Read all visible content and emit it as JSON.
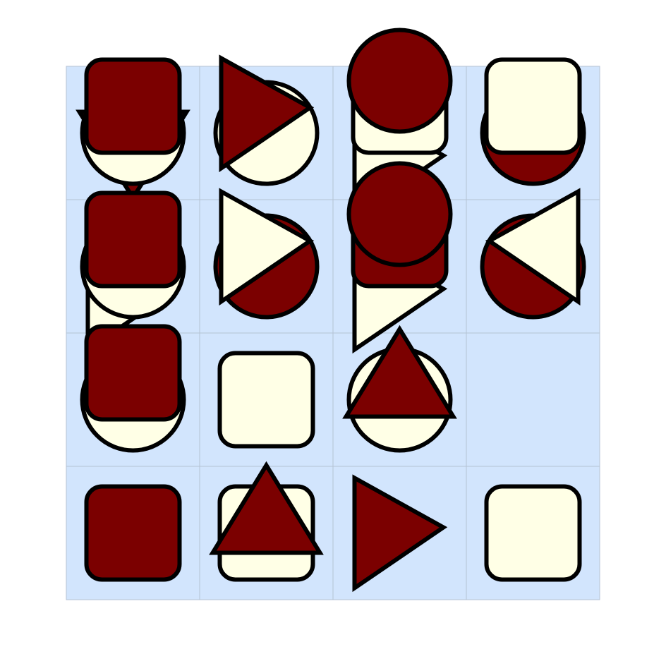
{
  "colors": {
    "background": "#ffffff",
    "cell": "#d2e5fd",
    "grid_line": "#b4c2d4",
    "dark": "#7b0000",
    "light": "#ffffe6",
    "stroke": "#000000"
  },
  "grid": {
    "rows": 4,
    "cols": 4
  },
  "cells": [
    {
      "row": 0,
      "col": 0,
      "shapes": [
        {
          "type": "triangle-down",
          "fill": "dark"
        },
        {
          "type": "circle",
          "fill": "light"
        },
        {
          "type": "square",
          "fill": "dark"
        }
      ]
    },
    {
      "row": 0,
      "col": 1,
      "shapes": [
        {
          "type": "circle",
          "fill": "light"
        },
        {
          "type": "triangle-right",
          "fill": "dark"
        }
      ]
    },
    {
      "row": 0,
      "col": 2,
      "shapes": [
        {
          "type": "triangle-right",
          "fill": "light"
        },
        {
          "type": "square",
          "fill": "light"
        },
        {
          "type": "circle",
          "fill": "dark"
        }
      ]
    },
    {
      "row": 0,
      "col": 3,
      "shapes": [
        {
          "type": "circle",
          "fill": "dark"
        },
        {
          "type": "square",
          "fill": "light"
        }
      ]
    },
    {
      "row": 1,
      "col": 0,
      "shapes": [
        {
          "type": "triangle-right",
          "fill": "light"
        },
        {
          "type": "circle",
          "fill": "light"
        },
        {
          "type": "square",
          "fill": "dark"
        }
      ]
    },
    {
      "row": 1,
      "col": 1,
      "shapes": [
        {
          "type": "circle",
          "fill": "dark"
        },
        {
          "type": "triangle-right",
          "fill": "light"
        }
      ]
    },
    {
      "row": 1,
      "col": 2,
      "shapes": [
        {
          "type": "triangle-right",
          "fill": "light"
        },
        {
          "type": "square",
          "fill": "dark"
        },
        {
          "type": "circle",
          "fill": "dark"
        }
      ]
    },
    {
      "row": 1,
      "col": 3,
      "shapes": [
        {
          "type": "circle",
          "fill": "dark"
        },
        {
          "type": "triangle-left",
          "fill": "light"
        }
      ]
    },
    {
      "row": 2,
      "col": 0,
      "shapes": [
        {
          "type": "circle",
          "fill": "light"
        },
        {
          "type": "square",
          "fill": "dark"
        }
      ]
    },
    {
      "row": 2,
      "col": 1,
      "shapes": [
        {
          "type": "square",
          "fill": "light"
        }
      ]
    },
    {
      "row": 2,
      "col": 2,
      "shapes": [
        {
          "type": "circle",
          "fill": "light"
        },
        {
          "type": "triangle-up",
          "fill": "dark"
        }
      ]
    },
    {
      "row": 2,
      "col": 3,
      "shapes": []
    },
    {
      "row": 3,
      "col": 0,
      "shapes": [
        {
          "type": "square",
          "fill": "dark"
        }
      ]
    },
    {
      "row": 3,
      "col": 1,
      "shapes": [
        {
          "type": "square",
          "fill": "light"
        },
        {
          "type": "triangle-up",
          "fill": "dark"
        }
      ]
    },
    {
      "row": 3,
      "col": 2,
      "shapes": [
        {
          "type": "triangle-right",
          "fill": "dark"
        }
      ]
    },
    {
      "row": 3,
      "col": 3,
      "shapes": [
        {
          "type": "square",
          "fill": "light"
        }
      ]
    }
  ]
}
